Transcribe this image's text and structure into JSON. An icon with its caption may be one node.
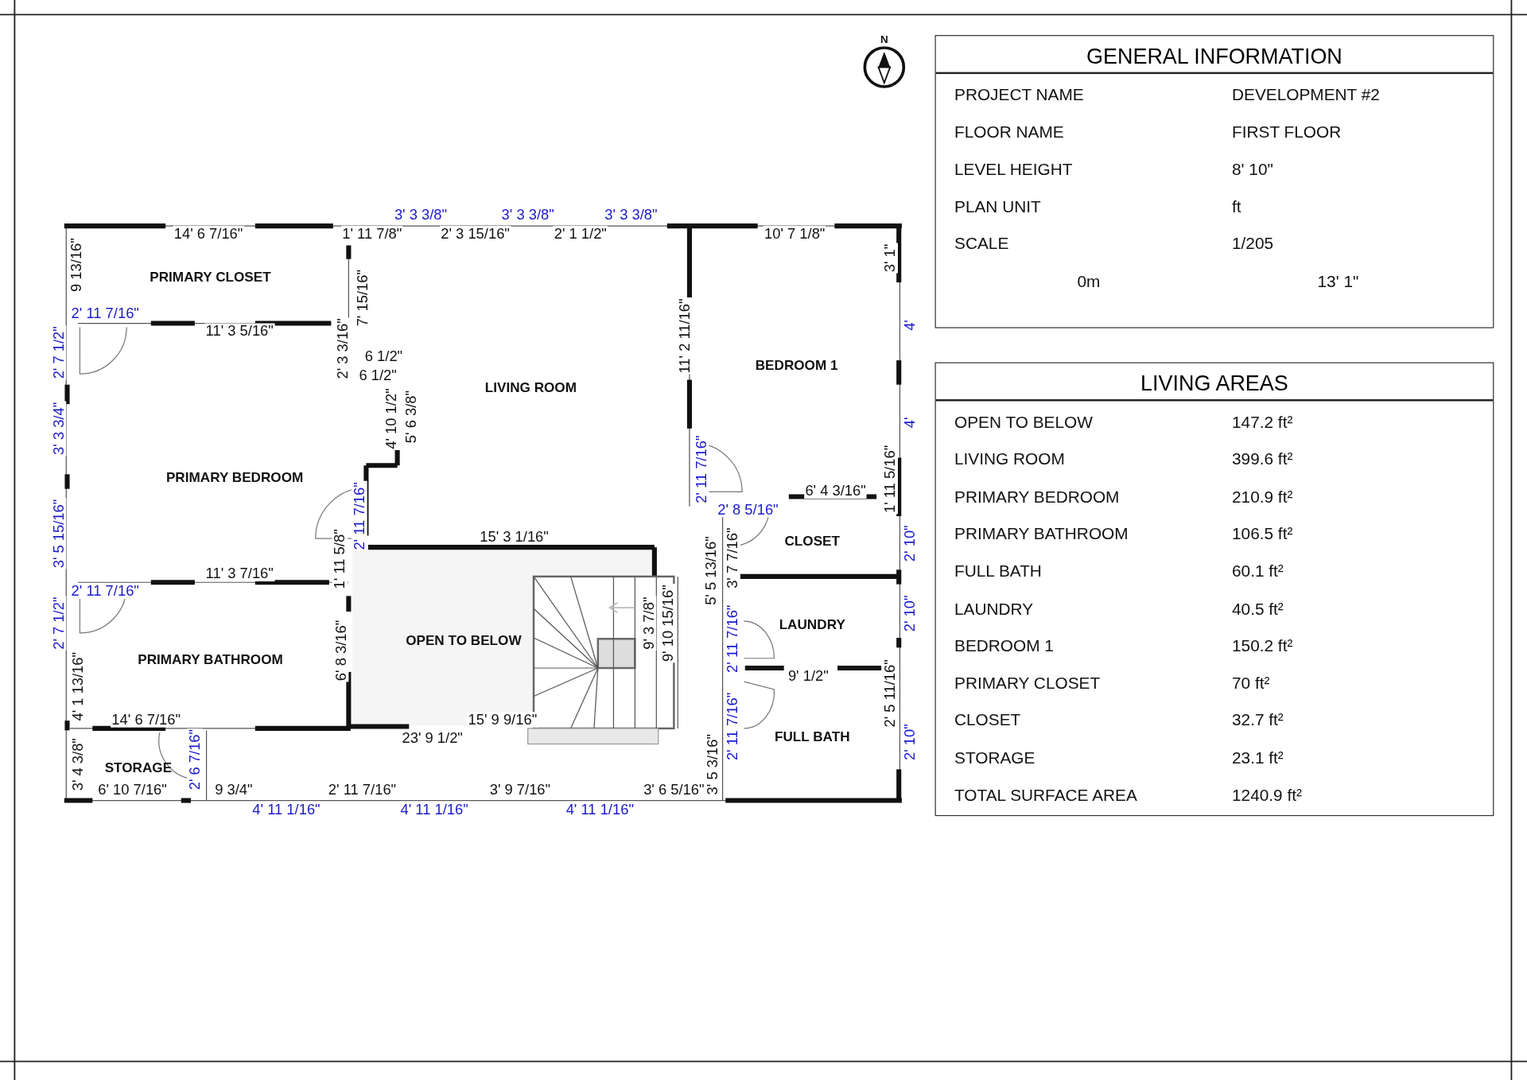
{
  "diagram": {
    "nodes": [
      {
        "text": [
          "GENERAL INFORMATION"
        ]
      },
      {
        "text": [
          "LIVING AREAS"
        ]
      },
      {
        "text": [
          "PRIMARY CLOSET"
        ]
      },
      {
        "text": [
          "BEDROOM 1"
        ]
      },
      {
        "text": [
          "LIVING ROOM"
        ]
      },
      {
        "text": [
          "PRIMARY BEDROOM"
        ]
      },
      {
        "text": [
          "CLOSET"
        ]
      },
      {
        "text": [
          "LAUNDRY"
        ]
      },
      {
        "text": [
          "OPEN TO BELOW"
        ]
      },
      {
        "text": [
          "PRIMARY BATHROOM"
        ]
      },
      {
        "text": [
          "FULL BATH"
        ]
      },
      {
        "text": [
          "STORAGE"
        ]
      }
    ],
    "labels": [
      "N",
      "PROJECT NAME",
      "DEVELOPMENT #2",
      "FLOOR NAME",
      "FIRST FLOOR",
      "LEVEL HEIGHT",
      "8' 10\"",
      "PLAN UNIT",
      "ft",
      "SCALE",
      "1/205",
      "0m",
      "13' 1\"",
      "3' 3 3/8\"",
      "3' 3 3/8\"",
      "3' 3 3/8\"",
      "14' 6 7/16\"",
      "1' 11 7/8\"",
      "2' 3 15/16\"",
      "2' 1 1/2\"",
      "10' 7 1/8\"",
      "9 13/16\"",
      "2' 11 7/16\"",
      "11' 3 5/16\"",
      "2' 7 1/2\"",
      "3' 3 3/4\"",
      "3' 5 15/16\"",
      "2' 11 7/16\"",
      "2' 7 1/2\"",
      "4' 1 13/16\"",
      "3' 4 3/8\"",
      "7' 15/16\"",
      "2' 3 3/16\"",
      "6 1/2\"",
      "6 1/2\"",
      "4' 10 1/2\"",
      "5' 6 3/8\"",
      "2' 11 7/16\"",
      "1' 11 5/8\"",
      "11' 3 7/16\"",
      "6' 8 3/16\"",
      "14' 6 7/16\"",
      "2' 6 7/16\"",
      "6' 10 7/16\"",
      "9 3/4\"",
      "2' 11 7/16\"",
      "3' 9 7/16\"",
      "3' 6 5/16\"",
      "4' 11 1/16\"",
      "4' 11 1/16\"",
      "4' 11 1/16\"",
      "15' 3 1/16\"",
      "15' 9 9/16\"",
      "23' 9 1/2\"",
      "9' 3 7/8\"",
      "9' 10 15/16\"",
      "11' 2 11/16\"",
      "3' 1\"",
      "4'",
      "4'",
      "2' 11 7/16\"",
      "6' 4 3/16\"",
      "1' 11 5/16\"",
      "2' 8 5/16\"",
      "5' 5 13/16\"",
      "3' 7 7/16\"",
      "2' 10\"",
      "2' 11 7/16\"",
      "2' 10\"",
      "9' 1/2\"",
      "2' 11 7/16\"",
      "2' 5 11/16\"",
      "3' 5 3/16\"",
      "2' 10\"",
      "OPEN TO BELOW",
      "147.2 ft²",
      "LIVING ROOM",
      "399.6 ft²",
      "PRIMARY BEDROOM",
      "210.9 ft²",
      "PRIMARY BATHROOM",
      "106.5 ft²",
      "FULL BATH",
      "60.1 ft²",
      "LAUNDRY",
      "40.5 ft²",
      "BEDROOM 1",
      "150.2 ft²",
      "PRIMARY CLOSET",
      "70 ft²",
      "CLOSET",
      "32.7 ft²",
      "STORAGE",
      "23.1 ft²",
      "TOTAL SURFACE AREA",
      "1240.9 ft²"
    ]
  }
}
